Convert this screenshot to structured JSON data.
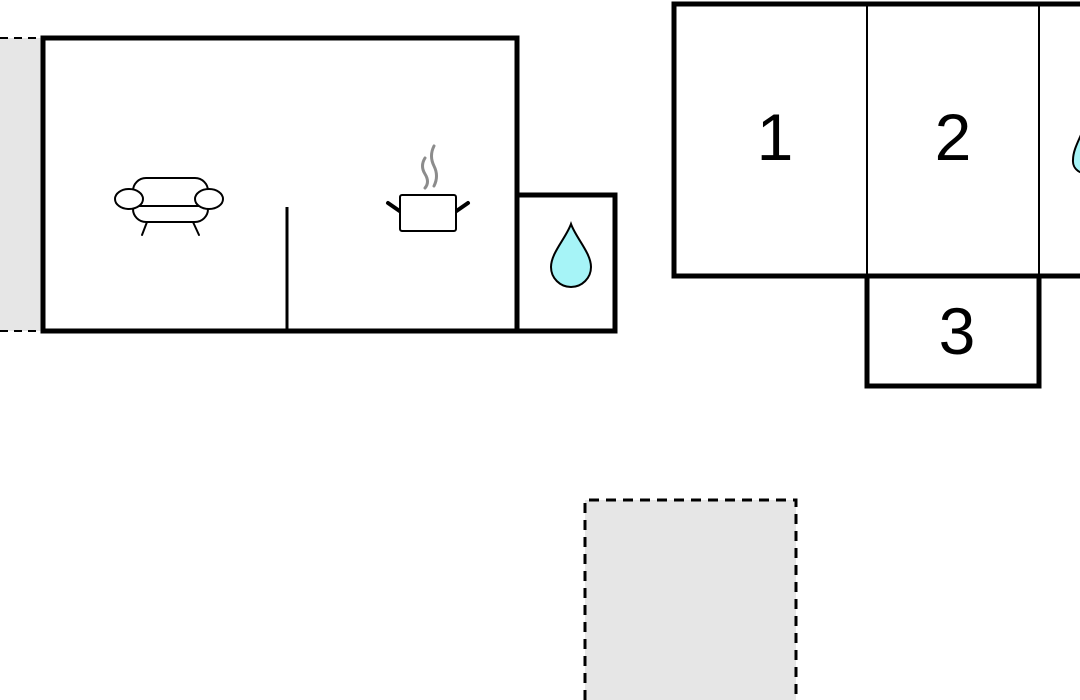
{
  "colors": {
    "background": "#ffffff",
    "wall": "#000000",
    "outdoor_area_fill": "#e6e6e6",
    "water_fill": "#a6f4f7",
    "steam": "#8c8c8c"
  },
  "icons": {
    "living_area": "sofa-icon",
    "kitchen": "cooking-pot-icon",
    "bathroom_left": "water-drop-icon",
    "bathroom_right": "water-drop-icon"
  },
  "rooms": {
    "bedroom_1": {
      "label": "1"
    },
    "bedroom_2": {
      "label": "2"
    },
    "bedroom_3": {
      "label": "3"
    }
  }
}
